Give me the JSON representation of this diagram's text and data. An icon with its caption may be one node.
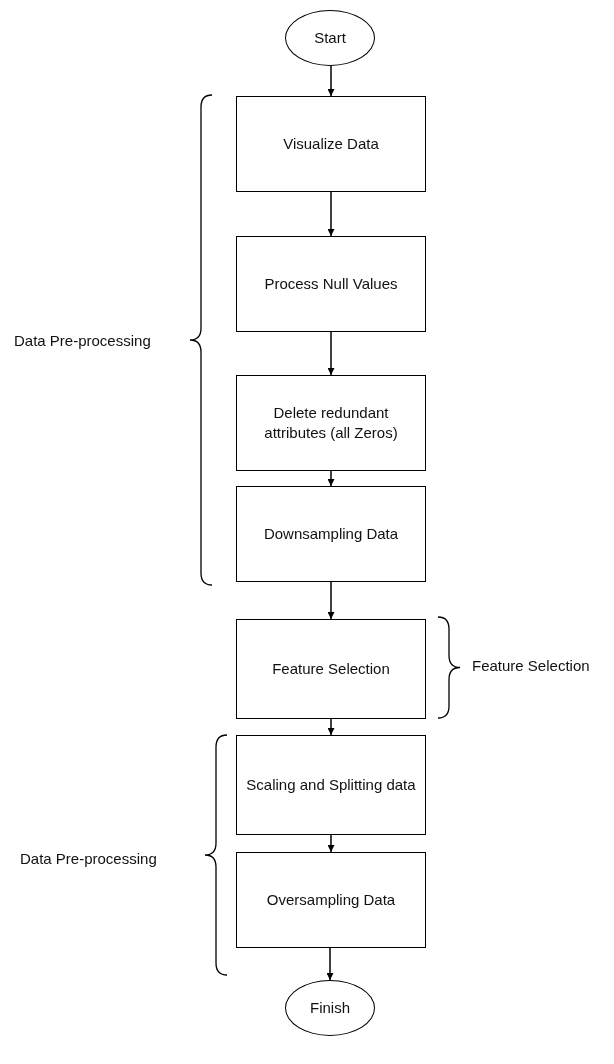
{
  "diagram": {
    "nodes": [
      {
        "text": [
          "Start"
        ]
      },
      {
        "text": [
          "Visualize Data"
        ]
      },
      {
        "text": [
          "Process Null Values"
        ]
      },
      {
        "text": [
          "Delete redundant attributes (all Zeros)"
        ]
      },
      {
        "text": [
          "Downsampling Data"
        ]
      },
      {
        "text": [
          "Feature Selection"
        ]
      },
      {
        "text": [
          "Scaling and Splitting data"
        ]
      },
      {
        "text": [
          "Oversampling Data"
        ]
      },
      {
        "text": [
          "Finish"
        ]
      }
    ],
    "edges": [
      {
        "from": 0,
        "to": 1,
        "arrow": "to"
      },
      {
        "from": 1,
        "to": 2,
        "arrow": "to"
      },
      {
        "from": 2,
        "to": 3,
        "arrow": "to"
      },
      {
        "from": 3,
        "to": 4,
        "arrow": "to"
      },
      {
        "from": 4,
        "to": 5,
        "arrow": "to"
      },
      {
        "from": 5,
        "to": 6,
        "arrow": "to"
      },
      {
        "from": 6,
        "to": 7,
        "arrow": "to"
      },
      {
        "from": 7,
        "to": 8,
        "arrow": "to"
      }
    ],
    "labels": [
      "Data Pre-processing",
      "Feature Selection",
      "Data Pre-processing"
    ]
  }
}
